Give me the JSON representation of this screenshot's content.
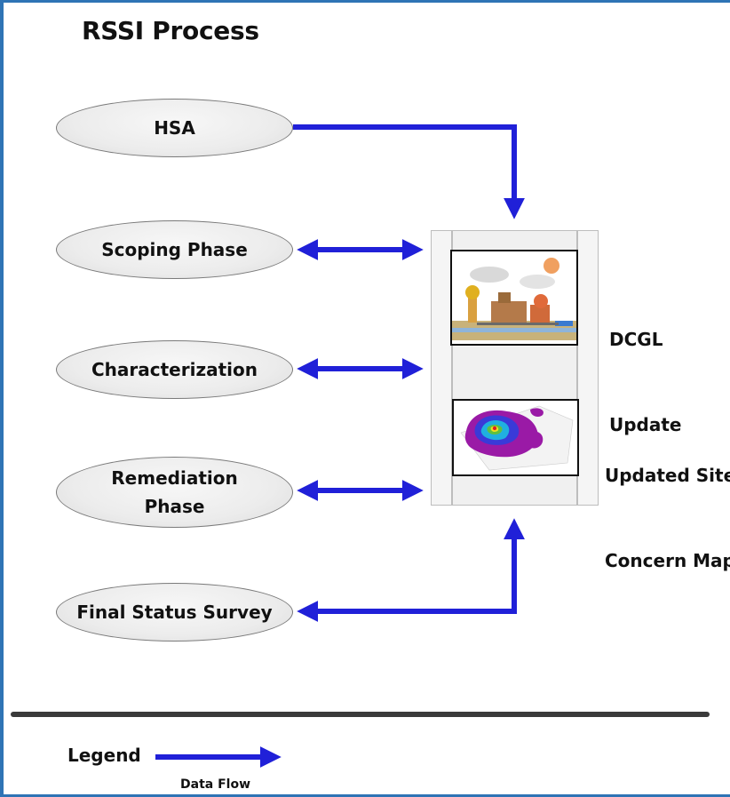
{
  "title": "RSSI Process",
  "phases": [
    {
      "name": "hsa",
      "label": "HSA"
    },
    {
      "name": "scoping-phase",
      "label": "Scoping Phase"
    },
    {
      "name": "characterization",
      "label": "Characterization"
    },
    {
      "name": "remediation-phase",
      "label_line1": "Remediation",
      "label_line2": "Phase"
    },
    {
      "name": "final-status-survey",
      "label": "Final Status Survey"
    }
  ],
  "outputs": {
    "dcgl_line1": "DCGL",
    "dcgl_line2": "Update",
    "map_line1": "Updated Site",
    "map_line2": "Concern Map"
  },
  "legend": {
    "title": "Legend",
    "item_label": "Data Flow"
  },
  "colors": {
    "frame": "#2f74b5",
    "arrow": "#2020d8",
    "divider": "#3a3a3a"
  }
}
